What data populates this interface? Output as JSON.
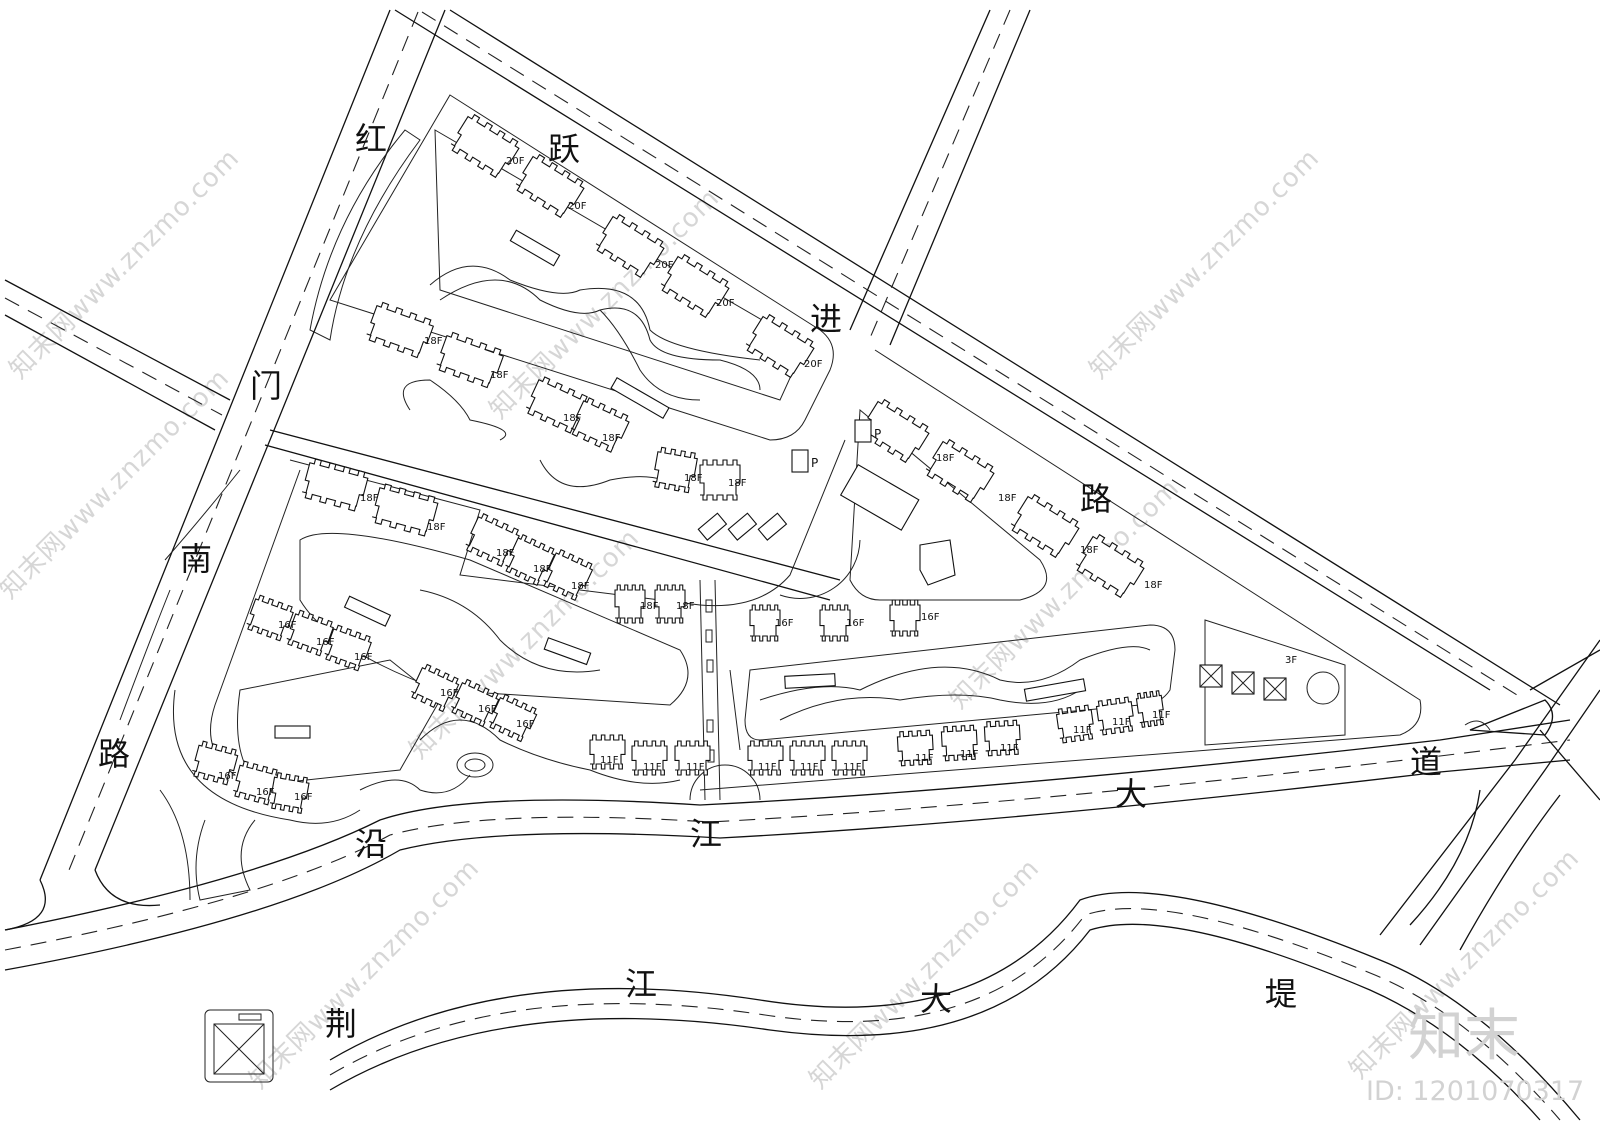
{
  "roads": {
    "hongyuejin_road": [
      "红",
      "跃",
      "进",
      "路"
    ],
    "nanmen_road": [
      "门",
      "南",
      "路"
    ],
    "yanjiang_avenue": [
      "道",
      "大",
      "江",
      "沿"
    ],
    "jingjiang_dike": [
      "荆",
      "江",
      "大",
      "堤"
    ]
  },
  "buildings": {
    "north_row": [
      "20F",
      "20F",
      "20F",
      "20F",
      "20F"
    ],
    "west_row": [
      "18F",
      "18F"
    ],
    "center_row": [
      "18F",
      "18F",
      "18F",
      "18F"
    ],
    "east_row": [
      "18F",
      "18F",
      "18F",
      "18F"
    ],
    "south_west_row": [
      "18F",
      "18F",
      "18F",
      "18F",
      "18F"
    ],
    "mid_row": [
      "18F",
      "18F"
    ],
    "row_16f_a": [
      "16F",
      "16F",
      "16F"
    ],
    "row_16f_b": [
      "16F",
      "16F",
      "16F"
    ],
    "row_16f_c": [
      "16F",
      "16F",
      "16F"
    ],
    "row_16f_d": [
      "16F",
      "16F",
      "16F"
    ],
    "row_11f": [
      "11F",
      "11F",
      "11F",
      "11F",
      "11F",
      "11F",
      "11F",
      "11F",
      "11F",
      "11F",
      "11F",
      "11F"
    ],
    "club_floor": "3F"
  },
  "parking": [
    "P",
    "P"
  ],
  "watermark": {
    "site": "知末网www.znzmo.com",
    "logo": "知末",
    "id": "ID: 1201070317"
  }
}
